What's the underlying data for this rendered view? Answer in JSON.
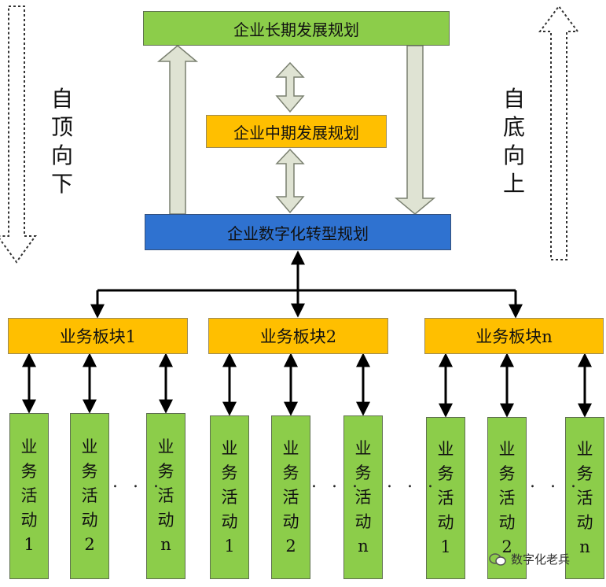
{
  "levels": {
    "long_term": "企业长期发展规划",
    "mid_term": "企业中期发展规划",
    "digital": "企业数字化转型规划"
  },
  "side_labels": {
    "left": [
      "自",
      "顶",
      "向",
      "下"
    ],
    "right": [
      "自",
      "底",
      "向",
      "上"
    ]
  },
  "units": [
    {
      "label": "业务板块1",
      "activities": [
        [
          "业",
          "务",
          "活",
          "动",
          "1"
        ],
        [
          "业",
          "务",
          "活",
          "动",
          "2"
        ],
        [
          "业",
          "务",
          "活",
          "动",
          "n"
        ]
      ]
    },
    {
      "label": "业务板块2",
      "activities": [
        [
          "业",
          "务",
          "活",
          "动",
          "1"
        ],
        [
          "业",
          "务",
          "活",
          "动",
          "2"
        ],
        [
          "业",
          "务",
          "活",
          "动",
          "n"
        ]
      ]
    },
    {
      "label": "业务板块n",
      "activities": [
        [
          "业",
          "务",
          "活",
          "动",
          "1"
        ],
        [
          "业",
          "务",
          "活",
          "动",
          "2"
        ],
        [
          "业",
          "务",
          "活",
          "动",
          "n"
        ]
      ]
    }
  ],
  "ellipsis": ". . .",
  "watermark": "数字化老兵",
  "colors": {
    "green": "#8ccd4a",
    "orange": "#ffbf00",
    "blue": "#2f72d0",
    "hollow_arrow_fill": "#dfe3d3"
  }
}
